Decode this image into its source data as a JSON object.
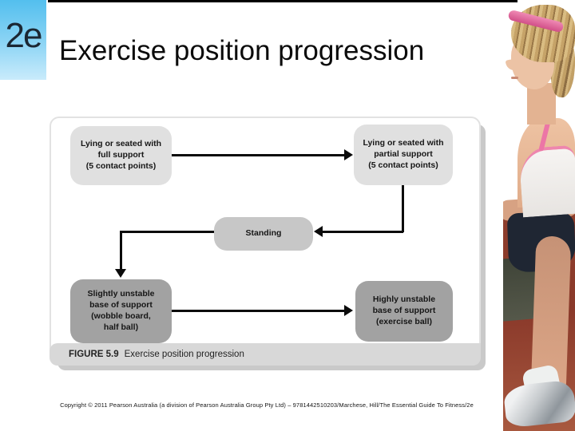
{
  "slide": {
    "logo_text": "2e",
    "title": "Exercise position progression",
    "copyright": "Copyright © 2011 Pearson Australia (a division of Pearson Australia Group Pty Ltd) – 9781442510203/Marchese, Hill/The Essential Guide To Fitness/2e"
  },
  "figure": {
    "caption_label": "FIGURE 5.9",
    "caption_text": "Exercise position progression",
    "nodes": [
      {
        "id": "full-support",
        "label": "Lying or seated with\nfull support\n(5 contact points)",
        "shade": "light"
      },
      {
        "id": "partial-support",
        "label": "Lying or seated with\npartial support\n(5 contact points)",
        "shade": "light"
      },
      {
        "id": "standing",
        "label": "Standing",
        "shade": "medium"
      },
      {
        "id": "slightly-unstable",
        "label": "Slightly unstable\nbase of support\n(wobble board,\nhalf ball)",
        "shade": "dark"
      },
      {
        "id": "highly-unstable",
        "label": "Highly unstable\nbase of support\n(exercise ball)",
        "shade": "dark"
      }
    ],
    "edges": [
      {
        "from": "full-support",
        "to": "partial-support",
        "path": "right"
      },
      {
        "from": "partial-support",
        "to": "standing",
        "path": "down-then-left"
      },
      {
        "from": "standing",
        "to": "slightly-unstable",
        "path": "left-then-down"
      },
      {
        "from": "slightly-unstable",
        "to": "highly-unstable",
        "path": "right"
      }
    ]
  },
  "photo": {
    "alt": "Young woman in profile with pink headband crouching on a red athletics track"
  },
  "colors": {
    "logo_gradient_top": "#53bfee",
    "logo_gradient_bottom": "#c9ebfb",
    "node_light": "#e0e0e0",
    "node_medium": "#c7c7c7",
    "node_dark": "#a2a2a2",
    "caption_bar": "#d8d8d8",
    "figure_shadow": "#c9c9c9",
    "arrow": "#0b0b0b",
    "track_red": "#8a392a",
    "headband_pink": "#d14f88"
  }
}
